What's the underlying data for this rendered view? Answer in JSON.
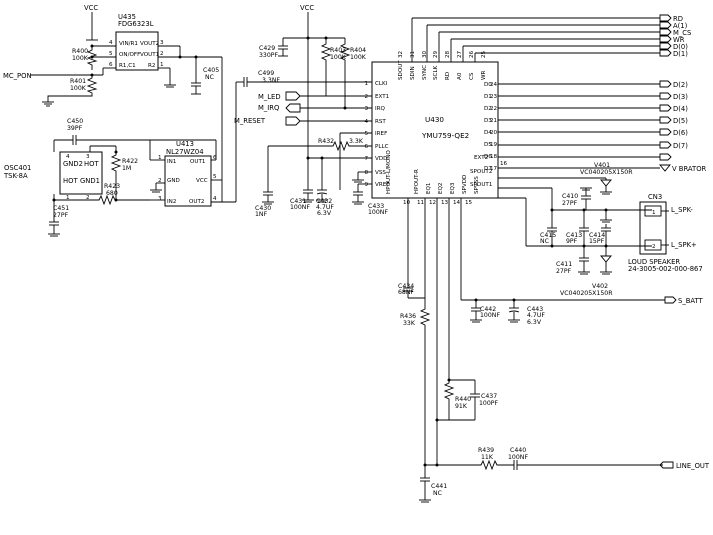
{
  "components": {
    "u435": {
      "ref": "U435",
      "part": "FDG6323L",
      "pins": {
        "vinr1": "VIN/R1",
        "onoff": "ON/OFF",
        "r1c1": "R1,C1",
        "vout2": "VOUT2",
        "vout1": "VOUT1",
        "r2": "R2"
      }
    },
    "u413": {
      "ref": "U413",
      "part": "NL27WZ04",
      "pins": {
        "in1": "IN1",
        "out1": "OUT1",
        "gnd": "GND",
        "vcc": "VCC",
        "in2": "IN2",
        "out2": "OUT2"
      }
    },
    "osc401": {
      "ref": "OSC401",
      "part": "TSK-8A",
      "pins": {
        "gnd2": "GND2",
        "hot1": "HOT",
        "hot2": "HOT",
        "gnd1": "GND1"
      }
    },
    "u430": {
      "ref": "U430",
      "part": "YMU759-QE2"
    },
    "cn3": {
      "ref": "CN3",
      "desc": "LOUD SPEAKER",
      "part": "24-3005-002-000-867"
    },
    "v401": {
      "ref": "V401",
      "part": "VC040205X150R"
    },
    "v402": {
      "ref": "V402",
      "part": "VC040205X150R"
    }
  },
  "passives": {
    "r400": {
      "ref": "R400",
      "val": "100K"
    },
    "r401": {
      "ref": "R401",
      "val": "100K"
    },
    "c405": {
      "ref": "C405",
      "val": "NC"
    },
    "c429": {
      "ref": "C429",
      "val": "330PF"
    },
    "r403": {
      "ref": "R403",
      "val": "100K"
    },
    "r404": {
      "ref": "R404",
      "val": "100K"
    },
    "c450": {
      "ref": "C450",
      "val": "39PF"
    },
    "r422": {
      "ref": "R422",
      "val": "1M"
    },
    "r423": {
      "ref": "R423",
      "val": "680"
    },
    "c451": {
      "ref": "C451",
      "val": "27PF"
    },
    "c499": {
      "ref": "C499",
      "val": "3.3NF"
    },
    "r432": {
      "ref": "R432",
      "val": "3.3K"
    },
    "c430": {
      "ref": "C430",
      "val": "1NF"
    },
    "c431": {
      "ref": "C431",
      "val": "100NF"
    },
    "c432": {
      "ref": "C432",
      "val": "4.7UF",
      "v": "6.3V"
    },
    "c433": {
      "ref": "C433",
      "val": "100NF"
    },
    "c410": {
      "ref": "C410",
      "val": "27PF"
    },
    "c415": {
      "ref": "C415",
      "val": "NC"
    },
    "c413": {
      "ref": "C413",
      "val": "9PF"
    },
    "c414": {
      "ref": "C414",
      "val": "15PF"
    },
    "c411": {
      "ref": "C411",
      "val": "27PF"
    },
    "c434": {
      "ref": "C434",
      "val": "68NF"
    },
    "r436": {
      "ref": "R436",
      "val": "33K"
    },
    "c442": {
      "ref": "C442",
      "val": "100NF"
    },
    "c443": {
      "ref": "C443",
      "val": "4.7UF",
      "v": "6.3V"
    },
    "r440": {
      "ref": "R440",
      "val": "91K"
    },
    "c437": {
      "ref": "C437",
      "val": "100PF"
    },
    "r439": {
      "ref": "R439",
      "val": "11K"
    },
    "c440": {
      "ref": "C440",
      "val": "100NF"
    },
    "c441": {
      "ref": "C441",
      "val": "NC"
    }
  },
  "nets": {
    "vcc": "VCC",
    "mc_pon": "MC_PON",
    "m_led": "M_LED",
    "m_irq": "M_IRQ",
    "m_reset": "M_RESET",
    "rd": "RD",
    "a1": "A(1)",
    "m_cs": "M_CS",
    "wr": "WR",
    "d0": "D(0)",
    "d1": "D(1)",
    "d2": "D(2)",
    "d3": "D(3)",
    "d4": "D(4)",
    "d5": "D(5)",
    "d6": "D(6)",
    "d7": "D(7)",
    "vibrator": "V BRATOR",
    "l_spk_m": "L_SPK-",
    "l_spk_p": "L_SPK+",
    "s_batt": "S_BATT",
    "line_out": "LINE_OUT"
  },
  "u430_pins": {
    "left": [
      {
        "num": "1",
        "name": "CLKI"
      },
      {
        "num": "2",
        "name": "EXT1"
      },
      {
        "num": "3",
        "name": "IRQ"
      },
      {
        "num": "4",
        "name": "RST"
      },
      {
        "num": "5",
        "name": "IREF"
      },
      {
        "num": "6",
        "name": "PLLC"
      },
      {
        "num": "7",
        "name": "VDD"
      },
      {
        "num": "8",
        "name": "VSS"
      },
      {
        "num": "9",
        "name": "VREF"
      }
    ],
    "left_vert": [
      "HPOUT-L/MONO"
    ],
    "top": [
      {
        "num": "32",
        "name": "SDOUT"
      },
      {
        "num": "31",
        "name": "SDIN"
      },
      {
        "num": "30",
        "name": "SYNC"
      },
      {
        "num": "29",
        "name": "SCLK"
      },
      {
        "num": "28",
        "name": "RD"
      },
      {
        "num": "27",
        "name": "A0"
      },
      {
        "num": "26",
        "name": "CS"
      },
      {
        "num": "25",
        "name": "WR"
      }
    ],
    "right": [
      {
        "num": "24",
        "name": "D0"
      },
      {
        "num": "23",
        "name": "D1"
      },
      {
        "num": "22",
        "name": "D2"
      },
      {
        "num": "21",
        "name": "D3"
      },
      {
        "num": "20",
        "name": "D4"
      },
      {
        "num": "19",
        "name": "D5"
      },
      {
        "num": "18",
        "name": "D6"
      },
      {
        "num": "17",
        "name": "D7"
      },
      {
        "num": "16",
        "name": "EXT2"
      },
      {
        "num": "",
        "name": "SPOUT2"
      },
      {
        "num": "",
        "name": "SPOUT1"
      }
    ],
    "bottom": [
      {
        "num": "10",
        "name": "HPOUT-R"
      },
      {
        "num": "11",
        "name": "EQ1"
      },
      {
        "num": "12",
        "name": "EQ2"
      },
      {
        "num": "13",
        "name": "EQ3"
      },
      {
        "num": "14",
        "name": "SPVDD"
      },
      {
        "num": "15",
        "name": "SPVSS"
      }
    ]
  }
}
